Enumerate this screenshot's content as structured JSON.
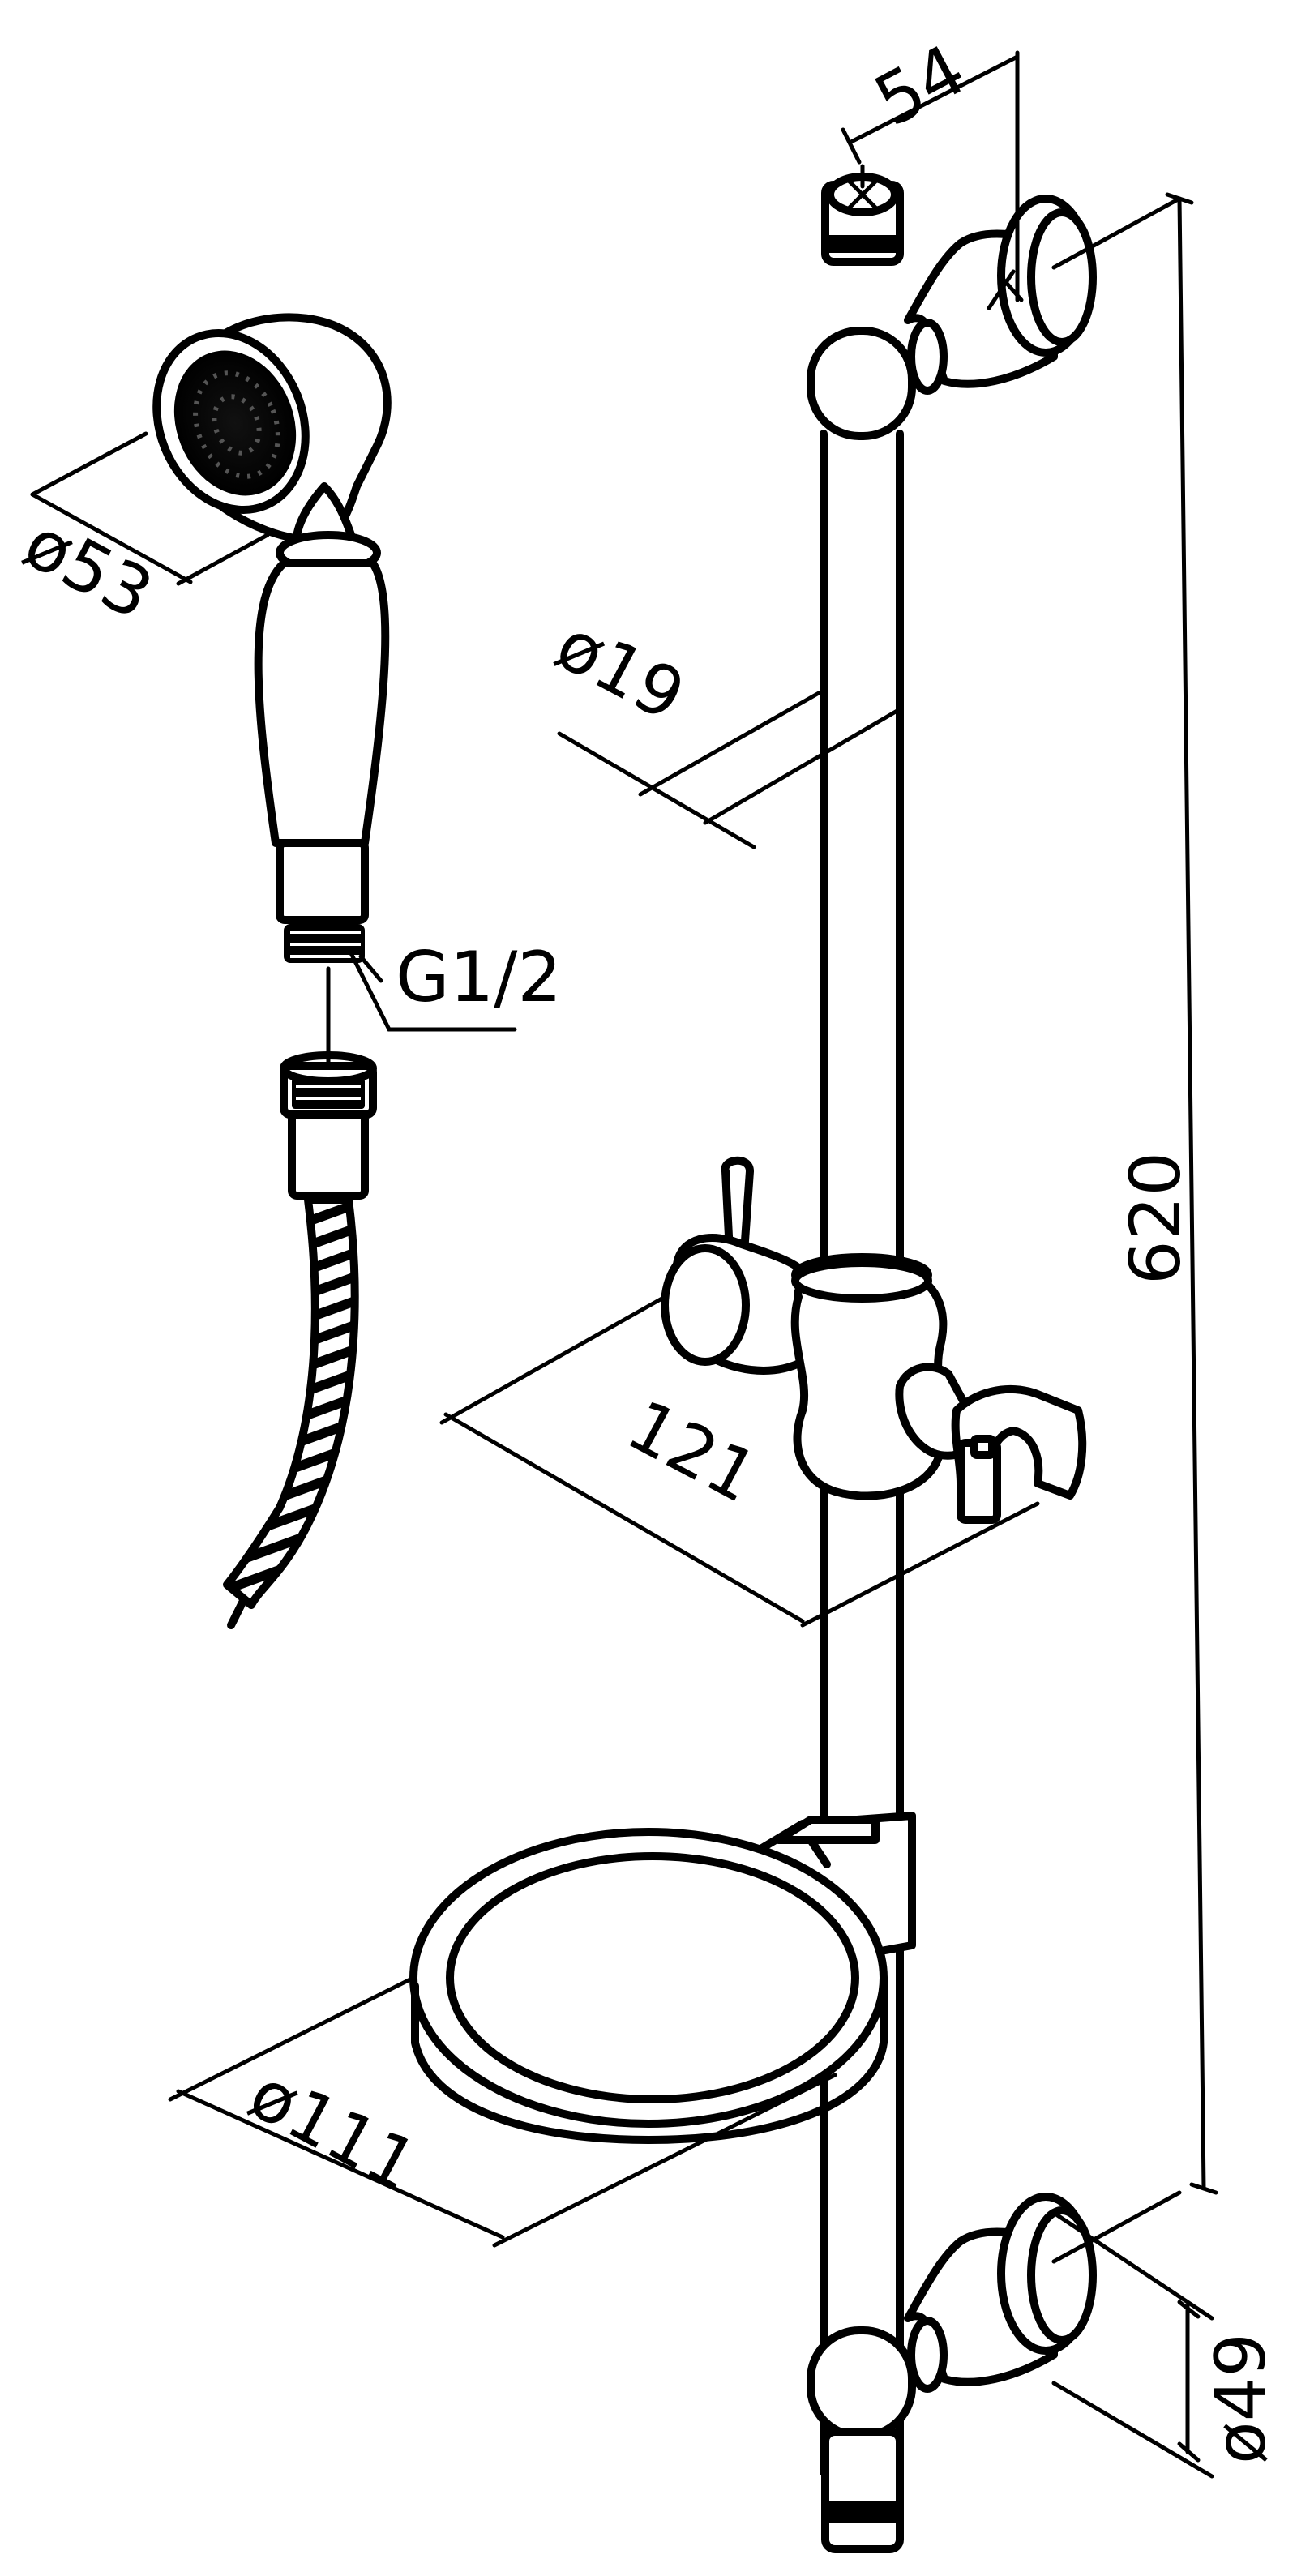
{
  "drawing": {
    "dimensions": {
      "rail_top_width": "54",
      "hand_shower_diameter": "ø53",
      "rail_diameter": "ø19",
      "thread": "G1/2",
      "rail_length": "620",
      "holder_depth": "121",
      "soap_dish_diameter": "ø111",
      "bracket_diameter": "ø49"
    }
  }
}
